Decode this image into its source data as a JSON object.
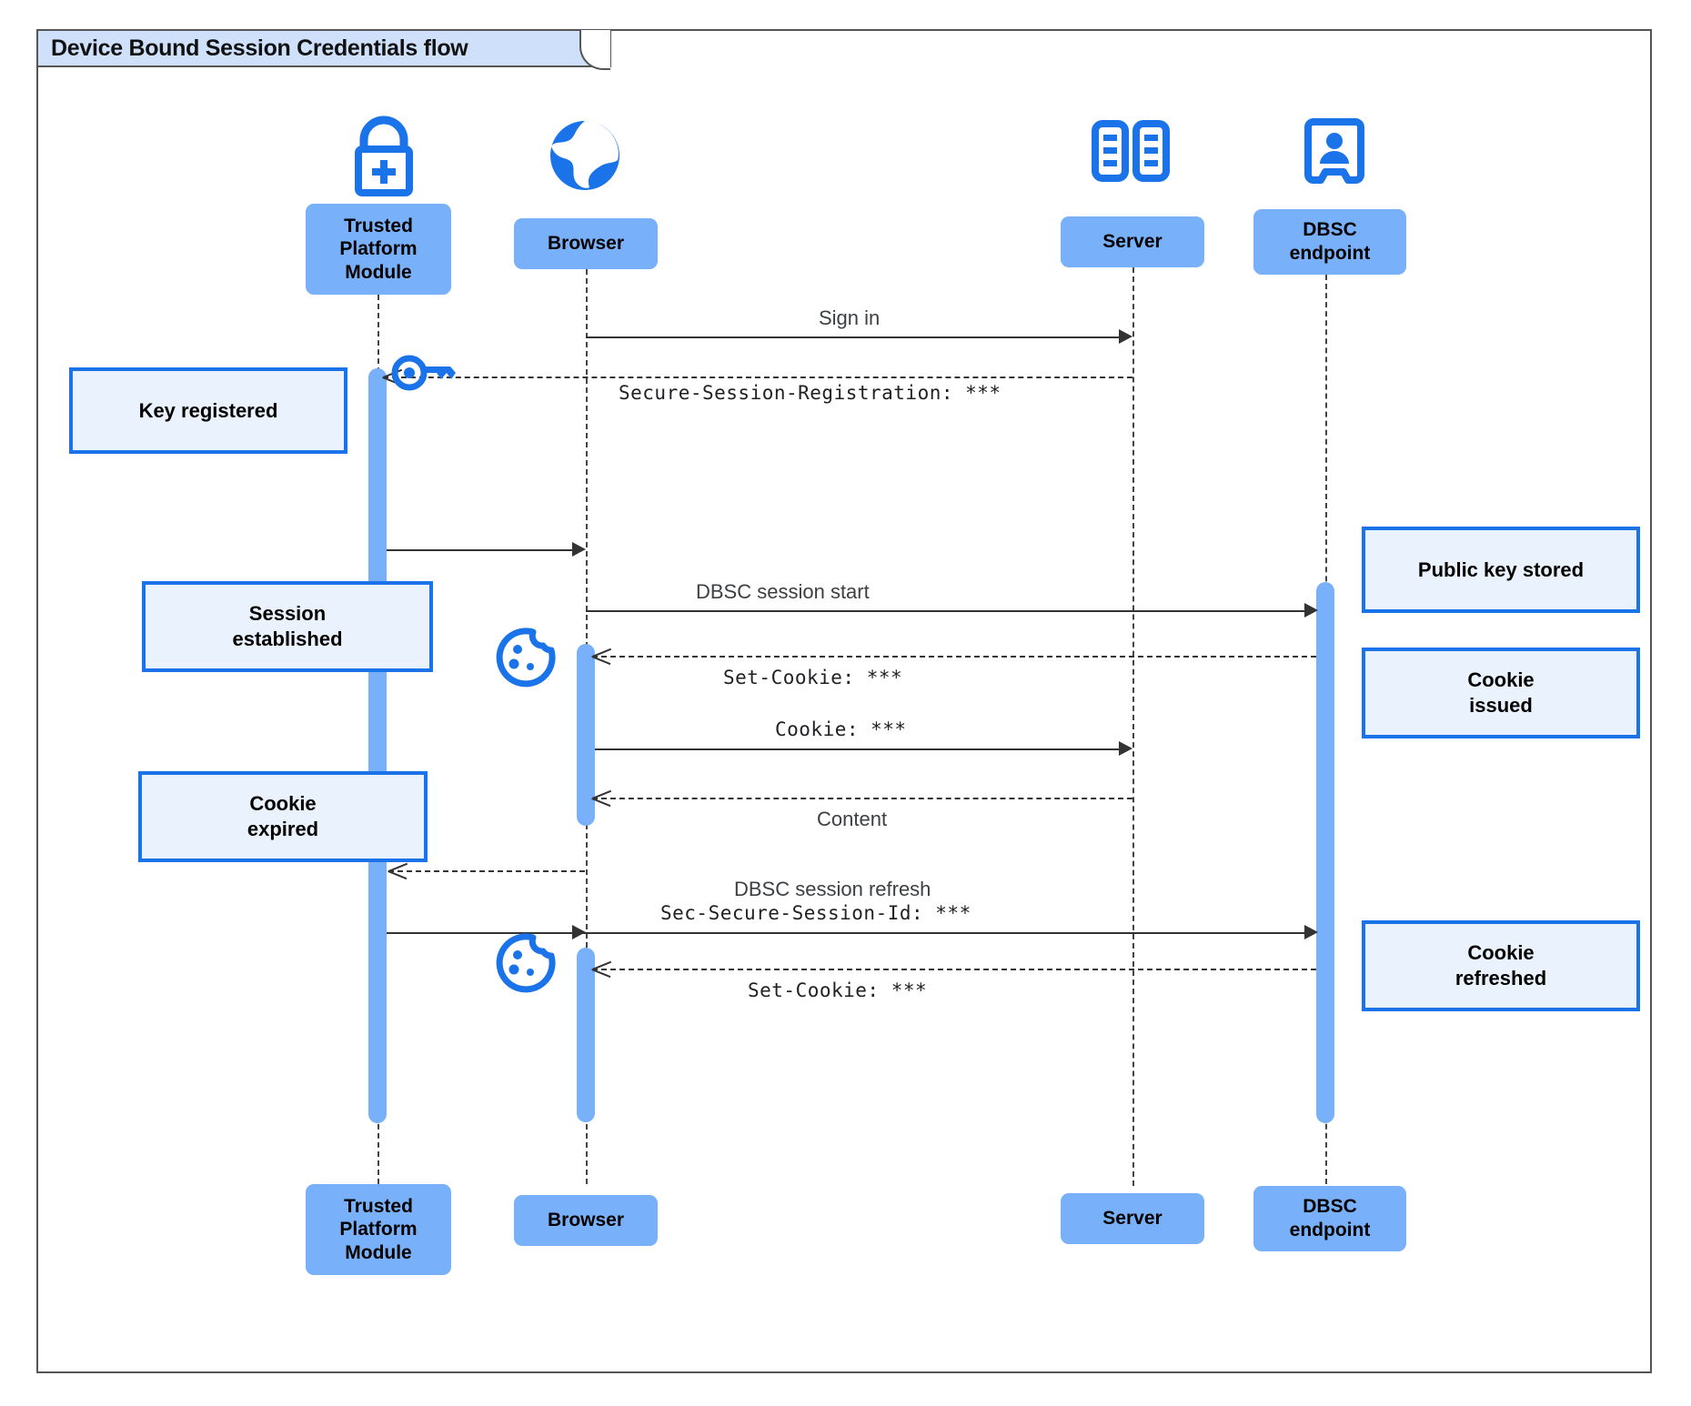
{
  "diagram": {
    "title": "Device Bound Session Credentials flow",
    "type": "sequence-diagram",
    "colors": {
      "participant_fill": "#79b0fa",
      "note_fill": "#eaf2fd",
      "note_border": "#1a73e8",
      "icon_blue": "#1a73e8",
      "activation_fill": "#79b0fa",
      "frame_border": "#555555",
      "title_tab_fill": "#cfe0fb",
      "line": "#333333"
    }
  },
  "participants": [
    {
      "id": "tpm",
      "label": "Trusted\nPlatform\nModule",
      "line1": "Trusted",
      "line2": "Platform",
      "line3": "Module",
      "icon": "lock-plus-icon"
    },
    {
      "id": "browser",
      "label": "Browser",
      "icon": "globe-icon"
    },
    {
      "id": "server",
      "label": "Server",
      "icon": "server-rack-icon"
    },
    {
      "id": "dbsc",
      "label": "DBSC\nendpoint",
      "line1": "DBSC",
      "line2": "endpoint",
      "icon": "id-badge-icon"
    }
  ],
  "footer_participants": [
    {
      "id": "tpm",
      "line1": "Trusted",
      "line2": "Platform",
      "line3": "Module"
    },
    {
      "id": "browser",
      "label": "Browser"
    },
    {
      "id": "server",
      "label": "Server"
    },
    {
      "id": "dbsc",
      "line1": "DBSC",
      "line2": "endpoint"
    }
  ],
  "messages": [
    {
      "id": "m1",
      "from": "browser",
      "to": "server",
      "label": "Sign in",
      "style": "solid",
      "mono": false
    },
    {
      "id": "m2",
      "from": "server",
      "to": "tpm",
      "label": "Secure-Session-Registration: ***",
      "style": "dashed",
      "mono": true
    },
    {
      "id": "m3",
      "from": "tpm",
      "to": "browser",
      "label": "",
      "style": "solid",
      "mono": false
    },
    {
      "id": "m4",
      "from": "browser",
      "to": "dbsc",
      "label": "DBSC session start",
      "style": "solid",
      "mono": false
    },
    {
      "id": "m5",
      "from": "dbsc",
      "to": "browser",
      "label": "Set-Cookie: ***",
      "style": "dashed",
      "mono": true
    },
    {
      "id": "m6",
      "from": "browser",
      "to": "server",
      "label": "Cookie: ***",
      "style": "solid",
      "mono": true
    },
    {
      "id": "m7",
      "from": "server",
      "to": "browser",
      "label": "Content",
      "style": "dashed",
      "mono": false
    },
    {
      "id": "m8",
      "from": "browser",
      "to": "tpm",
      "label": "DBSC session refresh",
      "style": "dashed",
      "mono": false
    },
    {
      "id": "m9",
      "from": "tpm",
      "to": "dbsc",
      "label": "Sec-Secure-Session-Id: ***",
      "style": "solid",
      "mono": true
    },
    {
      "id": "m10",
      "from": "dbsc",
      "to": "browser",
      "label": "Set-Cookie: ***",
      "style": "dashed",
      "mono": true
    }
  ],
  "notes": [
    {
      "id": "n1",
      "text": "Key registered",
      "line1": "Key registered",
      "side": "left",
      "near": "tpm"
    },
    {
      "id": "n2",
      "text": "Session established",
      "line1": "Session",
      "line2": "established",
      "side": "left",
      "near": "tpm"
    },
    {
      "id": "n3",
      "text": "Cookie expired",
      "line1": "Cookie",
      "line2": "expired",
      "side": "left",
      "near": "tpm"
    },
    {
      "id": "n4",
      "text": "Public key stored",
      "line1": "Public key stored",
      "side": "right",
      "near": "dbsc"
    },
    {
      "id": "n5",
      "text": "Cookie issued",
      "line1": "Cookie",
      "line2": "issued",
      "side": "right",
      "near": "dbsc"
    },
    {
      "id": "n6",
      "text": "Cookie refreshed",
      "line1": "Cookie",
      "line2": "refreshed",
      "side": "right",
      "near": "dbsc"
    }
  ],
  "inline_icons": [
    {
      "id": "key1",
      "name": "key-icon",
      "near": "tpm"
    },
    {
      "id": "cookie1",
      "name": "cookie-icon",
      "near": "browser"
    },
    {
      "id": "cookie2",
      "name": "cookie-icon",
      "near": "browser"
    }
  ]
}
